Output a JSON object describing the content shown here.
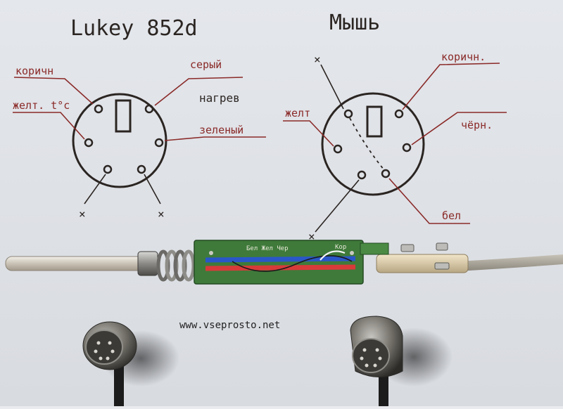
{
  "left_connector": {
    "title": "Lukey 852d",
    "labels": {
      "brown": "коричн",
      "yellow_tc": "желт. t°c",
      "gray": "серый",
      "heater": "нагрев",
      "green": "зеленый"
    },
    "unused_mark": "×"
  },
  "right_connector": {
    "title": "Мышь",
    "labels": {
      "brown": "коричн.",
      "yellow": "желт",
      "black": "чёрн.",
      "white": "бел"
    },
    "unused_mark": "×"
  },
  "watermark": "www.vseprosto.net",
  "pcb_labels": [
    "Бел Жел Чер",
    "Кор"
  ],
  "colors": {
    "paper": "#e9ebee",
    "ink_dark": "#2b2522",
    "ink_red": "#8a2a28",
    "pcb_green": "#3f7a3a"
  }
}
